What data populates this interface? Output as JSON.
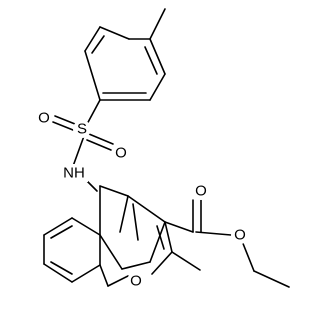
{
  "atoms": {
    "sulfur": "S",
    "oxygen_left": "O",
    "oxygen_right": "O",
    "amine": "NH",
    "furan_oxygen": "O",
    "carbonyl_oxygen": "O",
    "ester_oxygen": "O"
  }
}
